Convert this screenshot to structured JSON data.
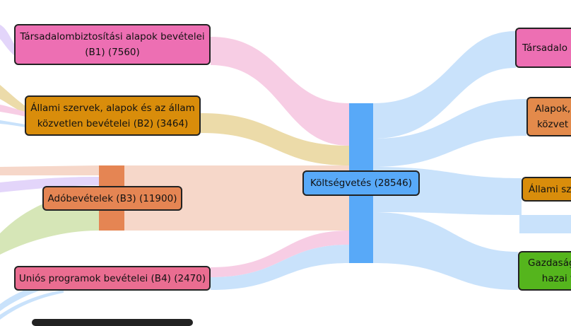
{
  "sankey": {
    "center": {
      "label": "Költségvetés (28546)",
      "color": "#58a9f8",
      "text_color": "#111111"
    },
    "left_nodes": [
      {
        "id": "b1",
        "line1": "Társadalombiztosítási alapok bevételei",
        "line2": "(B1) (7560)",
        "color": "#ed6fb3"
      },
      {
        "id": "b2",
        "line1": "Állami szervek, alapok és az állam",
        "line2": "közvetlen bevételei (B2) (3464)",
        "color": "#d98d0b"
      },
      {
        "id": "b3",
        "line1": "Adóbevételek (B3) (11900)",
        "line2": "",
        "color": "#e58553"
      },
      {
        "id": "b4",
        "line1": "Uniós programok bevételei (B4) (2470)",
        "line2": "",
        "color": "#ea6d91"
      }
    ],
    "right_nodes": [
      {
        "id": "k1",
        "line1": "Társadalo",
        "line2": "",
        "color": "#ed6fb3"
      },
      {
        "id": "k2",
        "line1": "Alapok,",
        "line2": "közvet",
        "color": "#e38a4b"
      },
      {
        "id": "k3",
        "line1": "Állami sz",
        "line2": "",
        "color": "#d98d0b"
      },
      {
        "id": "k4",
        "line1": "Gazdaság",
        "line2": "hazai f",
        "color": "#55b51d"
      }
    ],
    "flow_colors": {
      "pink": "#f7cde4",
      "tan": "#ecdba9",
      "peach": "#f6d7c9",
      "blue": "#c9e2fb",
      "lavender": "#e3d5fa",
      "green": "#d6e6b7"
    }
  }
}
